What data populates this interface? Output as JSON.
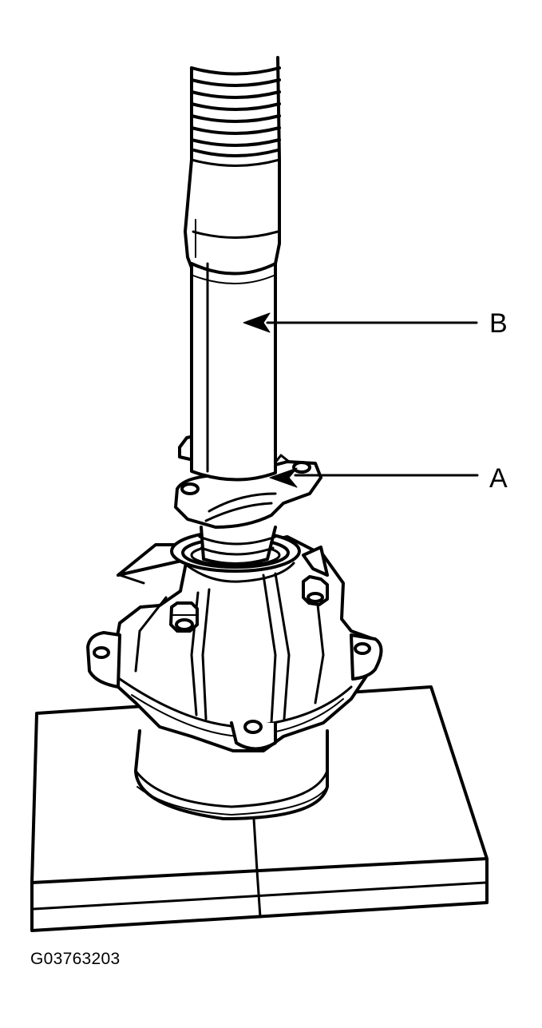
{
  "callouts": {
    "a": "A",
    "b": "B"
  },
  "figure_id": "G03763203",
  "colors": {
    "ink": "#000000",
    "paper": "#ffffff"
  }
}
